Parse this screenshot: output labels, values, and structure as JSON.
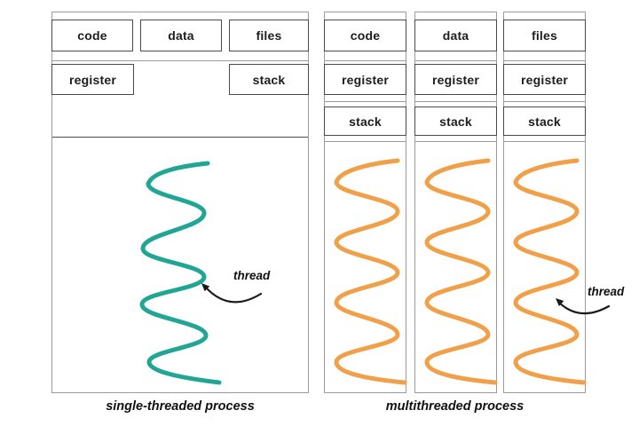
{
  "colors": {
    "thread_single": "#21A695",
    "thread_multi": "#F1A04A",
    "arrow": "#1A1A1A"
  },
  "boxes": {
    "code": "code",
    "data": "data",
    "files": "files",
    "register": "register",
    "stack": "stack"
  },
  "left_panel": {
    "caption": "single-threaded process",
    "thread_label": "thread"
  },
  "right_panel": {
    "caption": "multithreaded process",
    "thread_label": "thread"
  }
}
